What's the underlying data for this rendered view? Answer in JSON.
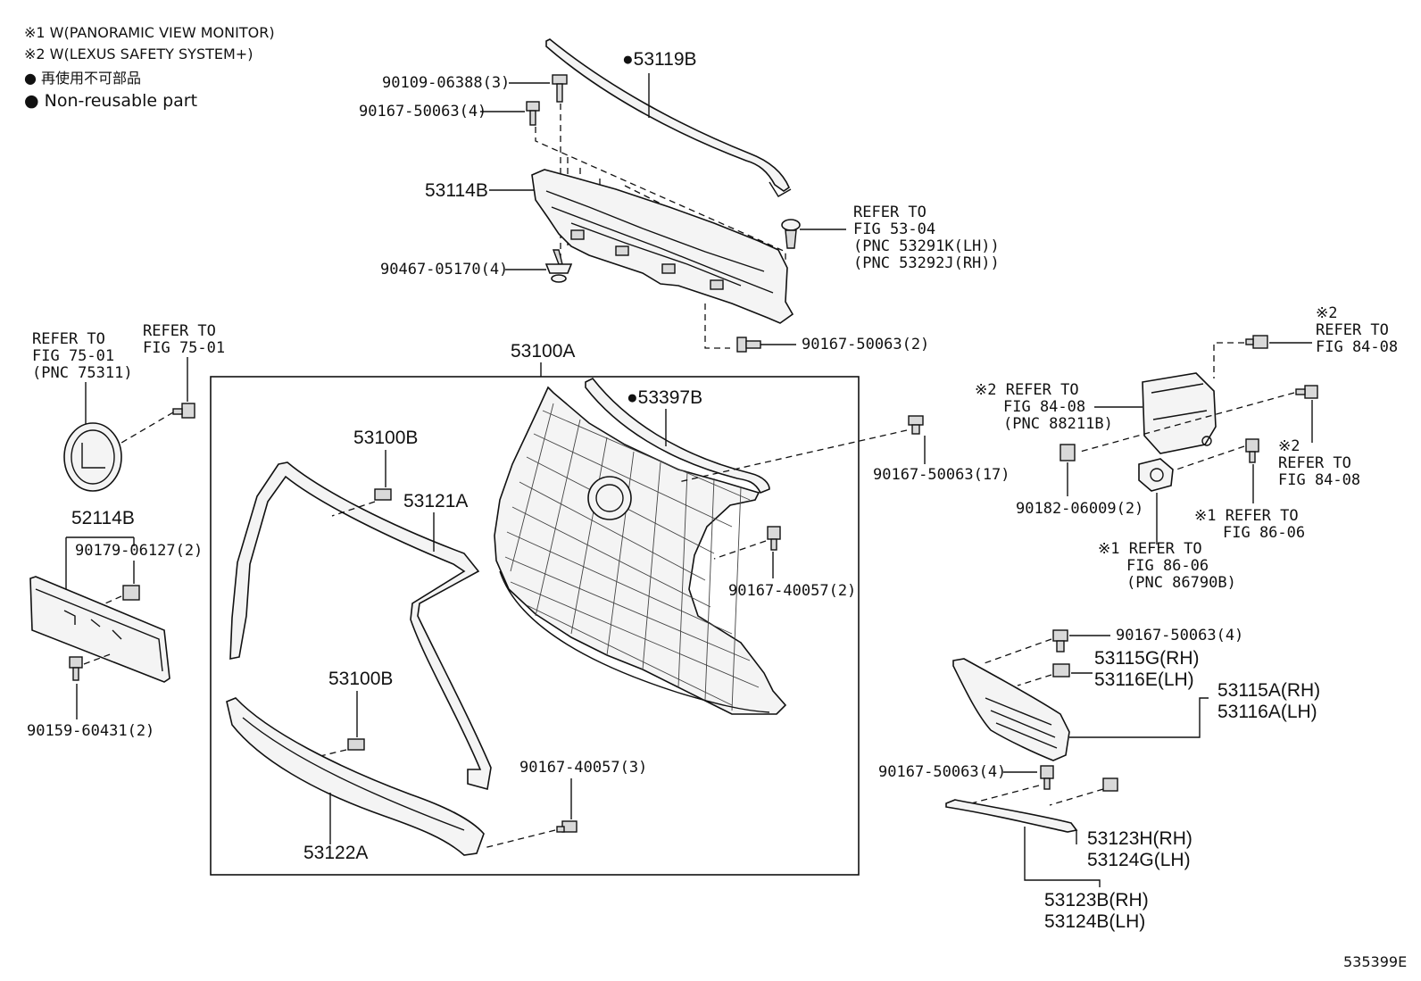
{
  "notes": {
    "note1": "※1 W(PANORAMIC VIEW MONITOR)",
    "note2": "※2 W(LEXUS SAFETY SYSTEM+)",
    "note3": "● 再使用不可部品",
    "note4": "● Non-reusable part"
  },
  "callouts": {
    "p53119B": "●53119B",
    "p90109_06388": "90109-06388(3)",
    "p90167_50063_4a": "90167-50063(4)",
    "p53114B": "53114B",
    "p90467_05170": "90467-05170(4)",
    "ref5304_1": "REFER TO",
    "ref5304_2": "FIG 53-04",
    "ref5304_3": "(PNC 53291K(LH))",
    "ref5304_4": "(PNC 53292J(RH))",
    "p90167_50063_2": "90167-50063(2)",
    "p53100A": "53100A",
    "ref7501a_1": "REFER TO",
    "ref7501a_2": "FIG 75-01",
    "ref7501a_3": "(PNC 75311)",
    "ref7501b_1": "REFER TO",
    "ref7501b_2": "FIG 75-01",
    "p53397B": "●53397B",
    "p53100B_1": "53100B",
    "p53121A": "53121A",
    "p90167_50063_17": "90167-50063(17)",
    "p52114B": "52114B",
    "p90179_06127": "90179-06127(2)",
    "p90167_40057_2": "90167-40057(2)",
    "p90159_60431": "90159-60431(2)",
    "p53100B_2": "53100B",
    "p90167_40057_3": "90167-40057(3)",
    "p53122A": "53122A",
    "ref8408a_0": "※2",
    "ref8408a_1": "REFER TO",
    "ref8408a_2": "FIG 84-08",
    "ref8408b_1": "※2 REFER TO",
    "ref8408b_2": "FIG 84-08",
    "ref8408b_3": "(PNC 88211B)",
    "ref8408c_0": "※2",
    "ref8408c_1": "REFER TO",
    "ref8408c_2": "FIG 84-08",
    "p90182_06009": "90182-06009(2)",
    "ref8606a_1": "※1 REFER TO",
    "ref8606a_2": "FIG 86-06",
    "ref8606b_1": "※1 REFER TO",
    "ref8606b_2": "FIG 86-06",
    "ref8606b_3": "(PNC 86790B)",
    "p90167_50063_4b": "90167-50063(4)",
    "p53115G": "53115G(RH)",
    "p53116E": "53116E(LH)",
    "p53115A": "53115A(RH)",
    "p53116A": "53116A(LH)",
    "p90167_50063_4c": "90167-50063(4)",
    "p53123H": "53123H(RH)",
    "p53124G": "53124G(LH)",
    "p53123B": "53123B(RH)",
    "p53124B": "53124B(LH)"
  },
  "figure_code": "535399E"
}
